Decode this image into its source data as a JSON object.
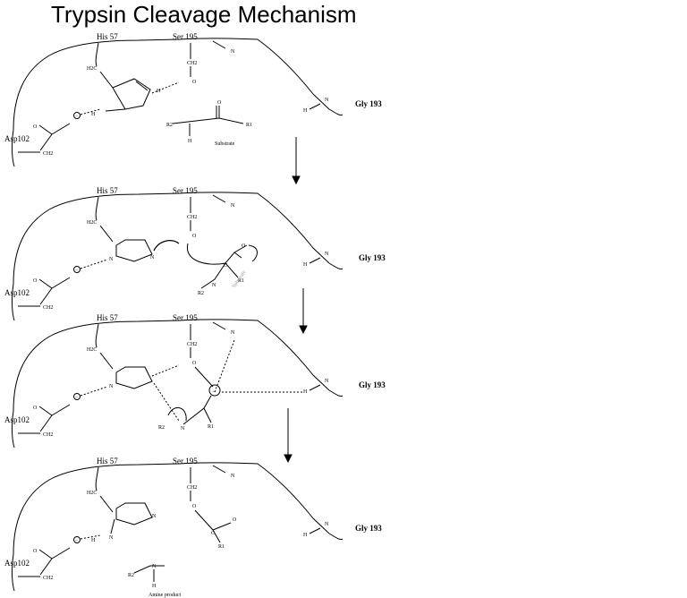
{
  "title": "Trypsin Cleavage Mechanism",
  "labels": {
    "his": "His 57",
    "ser": "Ser 195",
    "gly": "Gly 193",
    "asp": "Asp102",
    "ch2": "CH2",
    "h2c": "H2C",
    "n": "N",
    "h": "H",
    "o": "O",
    "c": "C",
    "r1": "R1",
    "r2": "R2",
    "minus": "−",
    "substrate": "Substrate",
    "substrate_tilted": "Substrate",
    "amine_product": "Amine product"
  }
}
